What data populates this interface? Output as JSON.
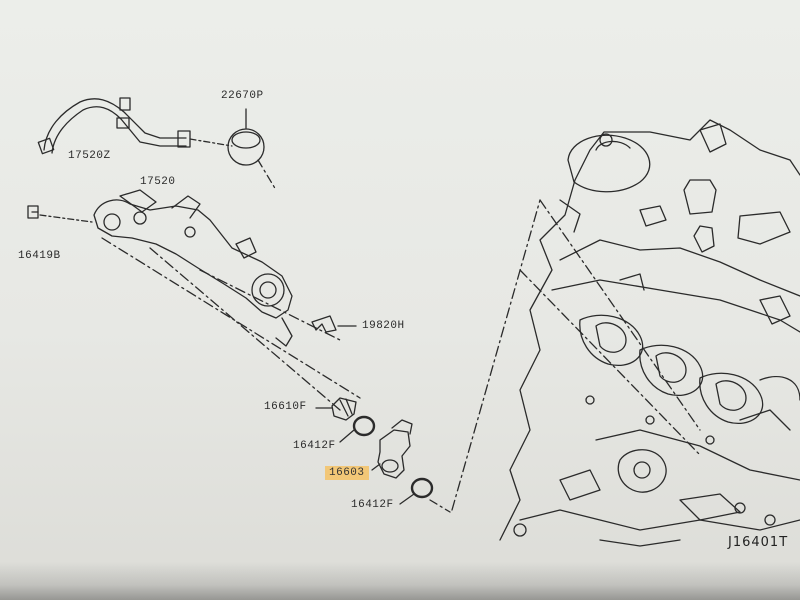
{
  "parts": [
    {
      "id": "p-22670P",
      "number": "22670P"
    },
    {
      "id": "p-17520Z",
      "number": "17520Z"
    },
    {
      "id": "p-17520",
      "number": "17520"
    },
    {
      "id": "p-16419B",
      "number": "16419B"
    },
    {
      "id": "p-19820H",
      "number": "19820H"
    },
    {
      "id": "p-16610F",
      "number": "16610F"
    },
    {
      "id": "p-16412F-a",
      "number": "16412F"
    },
    {
      "id": "p-16603",
      "number": "16603",
      "highlighted": true
    },
    {
      "id": "p-16412F-b",
      "number": "16412F"
    }
  ],
  "diagram_ref": "J16401T",
  "highlight_color": "#f2c777"
}
